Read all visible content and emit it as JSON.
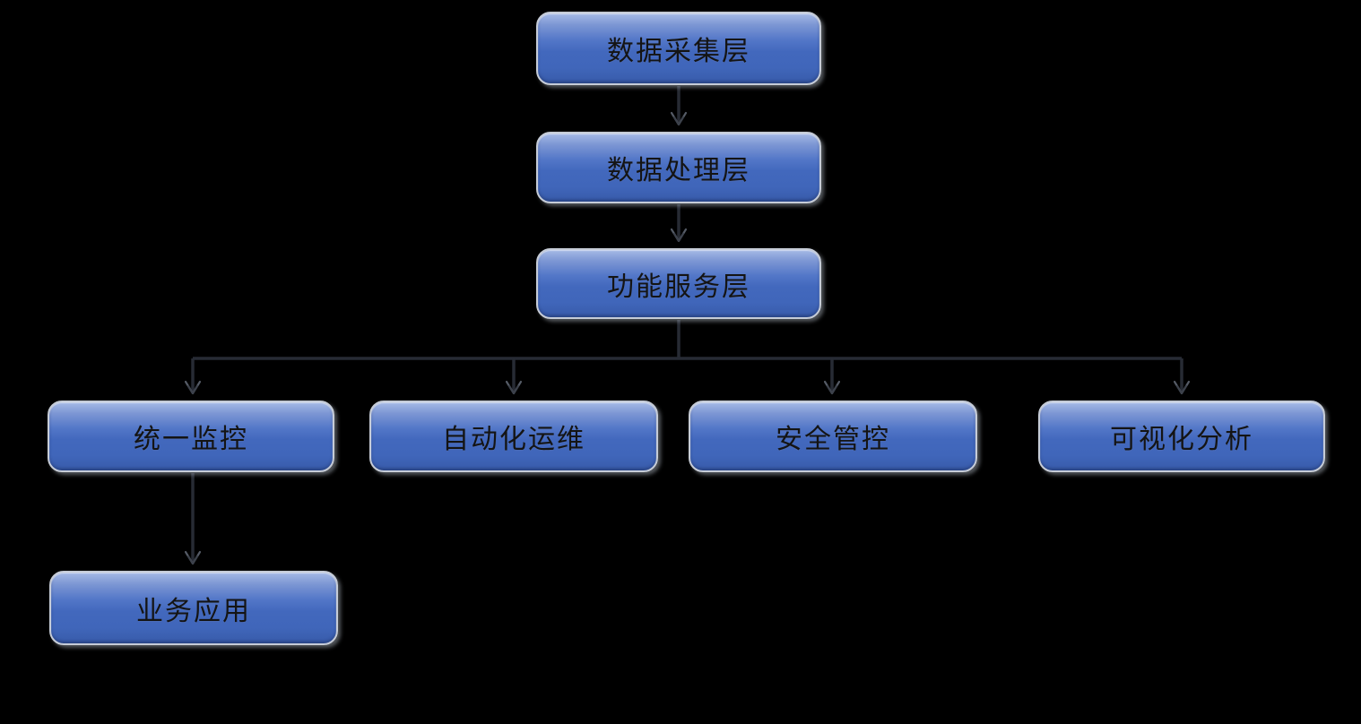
{
  "diagram": {
    "type": "flowchart",
    "background_color": "#000000",
    "node_fill_top": "#a6bae6",
    "node_fill_bottom": "#33549e",
    "node_border_color": "#c6ccd7",
    "node_text_color": "#141414",
    "connector_color": "#272b34",
    "arrowhead_color": "#555b66",
    "nodes": [
      {
        "id": "data-collection-layer",
        "label": "数据采集层"
      },
      {
        "id": "data-processing-layer",
        "label": "数据处理层"
      },
      {
        "id": "function-service-layer",
        "label": "功能服务层"
      },
      {
        "id": "unified-monitoring",
        "label": "统一监控"
      },
      {
        "id": "automated-operations",
        "label": "自动化运维"
      },
      {
        "id": "security-control",
        "label": "安全管控"
      },
      {
        "id": "visualization-analysis",
        "label": "可视化分析"
      },
      {
        "id": "business-application",
        "label": "业务应用"
      }
    ],
    "edges": [
      {
        "from": "数据采集层",
        "to": "数据处理层"
      },
      {
        "from": "数据处理层",
        "to": "功能服务层"
      },
      {
        "from": "功能服务层",
        "to": "统一监控"
      },
      {
        "from": "功能服务层",
        "to": "自动化运维"
      },
      {
        "from": "功能服务层",
        "to": "安全管控"
      },
      {
        "from": "功能服务层",
        "to": "可视化分析"
      },
      {
        "from": "统一监控",
        "to": "业务应用"
      }
    ]
  }
}
